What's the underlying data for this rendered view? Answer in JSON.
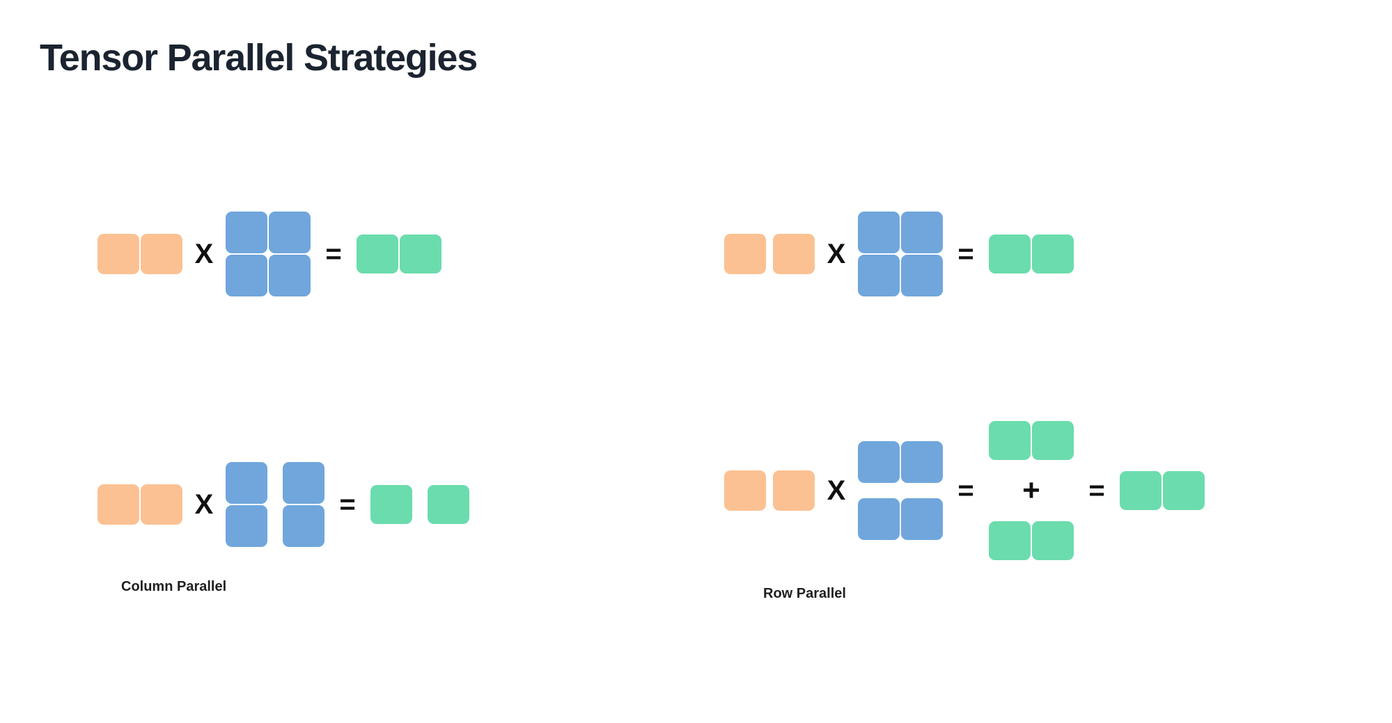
{
  "page": {
    "title": "Tensor Parallel Strategies",
    "background_color": "#ffffff",
    "title_color": "#1b2430"
  },
  "palette": {
    "input_orange": "#fbc193",
    "weight_blue": "#70a6dc",
    "output_green": "#6bdcad",
    "operator_black": "#111111",
    "caption_color": "#1f1f1f"
  },
  "operators": {
    "times": "X",
    "equals": "=",
    "plus": "+"
  },
  "diagrams": [
    {
      "id": "column-parallel",
      "caption": "Column Parallel",
      "rows": [
        {
          "id": "column-parallel-unsharded",
          "operands": [
            {
              "role": "input-activations",
              "color": "orange",
              "shape": [
                1,
                2
              ],
              "split": "none"
            },
            {
              "role": "weight-matrix",
              "color": "blue",
              "shape": [
                2,
                2
              ],
              "split": "none"
            },
            {
              "role": "output-activations",
              "color": "green",
              "shape": [
                1,
                2
              ],
              "split": "none"
            }
          ]
        },
        {
          "id": "column-parallel-sharded",
          "operands": [
            {
              "role": "input-activations",
              "color": "orange",
              "shape": [
                1,
                2
              ],
              "split": "none"
            },
            {
              "role": "weight-matrix",
              "color": "blue",
              "shape": [
                2,
                2
              ],
              "split": "column"
            },
            {
              "role": "output-activations",
              "color": "green",
              "shape": [
                1,
                2
              ],
              "split": "column"
            }
          ]
        }
      ]
    },
    {
      "id": "row-parallel",
      "caption": "Row Parallel",
      "rows": [
        {
          "id": "row-parallel-unsharded",
          "operands": [
            {
              "role": "input-activations",
              "color": "orange",
              "shape": [
                1,
                2
              ],
              "split": "column"
            },
            {
              "role": "weight-matrix",
              "color": "blue",
              "shape": [
                2,
                2
              ],
              "split": "none"
            },
            {
              "role": "output-activations",
              "color": "green",
              "shape": [
                1,
                2
              ],
              "split": "none"
            }
          ]
        },
        {
          "id": "row-parallel-sharded",
          "operands": [
            {
              "role": "input-activations",
              "color": "orange",
              "shape": [
                1,
                2
              ],
              "split": "column"
            },
            {
              "role": "weight-matrix",
              "color": "blue",
              "shape": [
                2,
                2
              ],
              "split": "row"
            },
            {
              "role": "partial-sum-top",
              "color": "green",
              "shape": [
                1,
                2
              ],
              "split": "none"
            },
            {
              "role": "partial-sum-bottom",
              "color": "green",
              "shape": [
                1,
                2
              ],
              "split": "none"
            },
            {
              "role": "reduced-output",
              "color": "green",
              "shape": [
                1,
                2
              ],
              "split": "none"
            }
          ]
        }
      ]
    }
  ]
}
